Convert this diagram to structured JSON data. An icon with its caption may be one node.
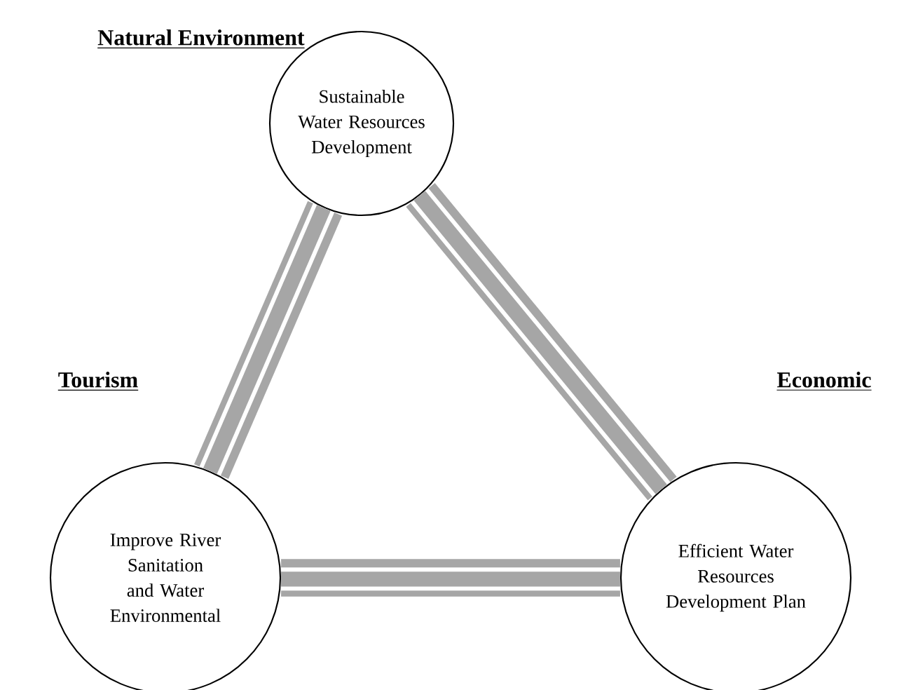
{
  "diagram": {
    "nodes": [
      {
        "text": [
          "Sustainable Water Resources Development"
        ],
        "beside": [
          "Natural Environment"
        ]
      },
      {
        "text": [
          "Improve River Sanitation and Water Environmental"
        ],
        "beside": [
          "Tourism"
        ]
      },
      {
        "text": [
          "Efficient Water Resources Development Plan"
        ],
        "beside": [
          "Economic"
        ]
      }
    ],
    "edges": [
      {
        "from": 0,
        "to": 1,
        "arrow": "none"
      },
      {
        "from": 0,
        "to": 2,
        "arrow": "none"
      },
      {
        "from": 1,
        "to": 2,
        "arrow": "none"
      }
    ]
  }
}
